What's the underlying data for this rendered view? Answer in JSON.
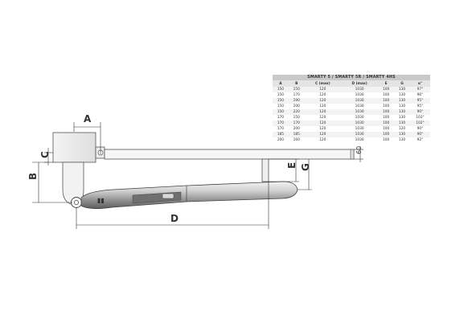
{
  "dimensions": {
    "a": "A",
    "b": "B",
    "c": "C",
    "d": "D",
    "e": "E",
    "g": "G",
    "arm_height": "60"
  },
  "spec_table": {
    "title": "SMARTY 5 / SMARTY 5R / SMARTY 4HS",
    "headers": [
      "A",
      "B",
      "C (max)",
      "D (max)",
      "E",
      "G",
      "α°"
    ],
    "rows": [
      [
        "150",
        "150",
        "120",
        "1030",
        "100",
        "130",
        "97°"
      ],
      [
        "150",
        "170",
        "120",
        "1030",
        "100",
        "130",
        "96°"
      ],
      [
        "150",
        "190",
        "120",
        "1030",
        "100",
        "130",
        "95°"
      ],
      [
        "150",
        "200",
        "120",
        "1030",
        "100",
        "130",
        "95°"
      ],
      [
        "150",
        "220",
        "120",
        "1030",
        "100",
        "130",
        "90°"
      ],
      [
        "170",
        "150",
        "120",
        "1030",
        "100",
        "130",
        "103°"
      ],
      [
        "170",
        "170",
        "120",
        "1030",
        "100",
        "130",
        "102°"
      ],
      [
        "170",
        "200",
        "120",
        "1030",
        "100",
        "120",
        "90°"
      ],
      [
        "185",
        "185",
        "120",
        "1030",
        "100",
        "130",
        "90°"
      ],
      [
        "200",
        "160",
        "120",
        "1030",
        "100",
        "130",
        "92°"
      ]
    ]
  }
}
